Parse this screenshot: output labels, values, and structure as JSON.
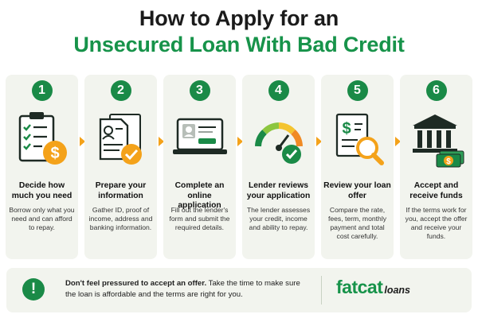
{
  "title": {
    "line1": "How to Apply for an",
    "line2": "Unsecured Loan With Bad Credit"
  },
  "steps": [
    {
      "number": "1",
      "title": "Decide how much you need",
      "description": "Borrow only what you need and can afford to repay.",
      "icon": "clipboard-checklist-dollar-icon"
    },
    {
      "number": "2",
      "title": "Prepare your information",
      "description": "Gather ID, proof of income, address and banking information.",
      "icon": "documents-check-icon"
    },
    {
      "number": "3",
      "title": "Complete an online application",
      "description": "Fill out the lender's form and submit the required details.",
      "icon": "laptop-form-icon"
    },
    {
      "number": "4",
      "title": "Lender reviews your application",
      "description": "The lender assesses your credit, income and ability to repay.",
      "icon": "credit-gauge-check-icon"
    },
    {
      "number": "5",
      "title": "Review your loan offer",
      "description": "Compare the rate, fees, term, monthly payment and total cost carefully.",
      "icon": "offer-magnifier-icon"
    },
    {
      "number": "6",
      "title": "Accept and receive funds",
      "description": "If the terms work for you, accept the offer and receive your funds.",
      "icon": "bank-cash-icon"
    }
  ],
  "banner": {
    "icon": "exclamation-icon",
    "bold_text": "Don't feel pressured to accept an offer.",
    "text": " Take the time to make sure the loan is affordable and the terms are right for you."
  },
  "logo": {
    "main": "fatcat",
    "sub": "loans"
  },
  "colors": {
    "brand_green": "#17934a",
    "step_green": "#1a8a47",
    "accent_orange": "#f4a21a",
    "card_bg": "#f2f4ee"
  }
}
